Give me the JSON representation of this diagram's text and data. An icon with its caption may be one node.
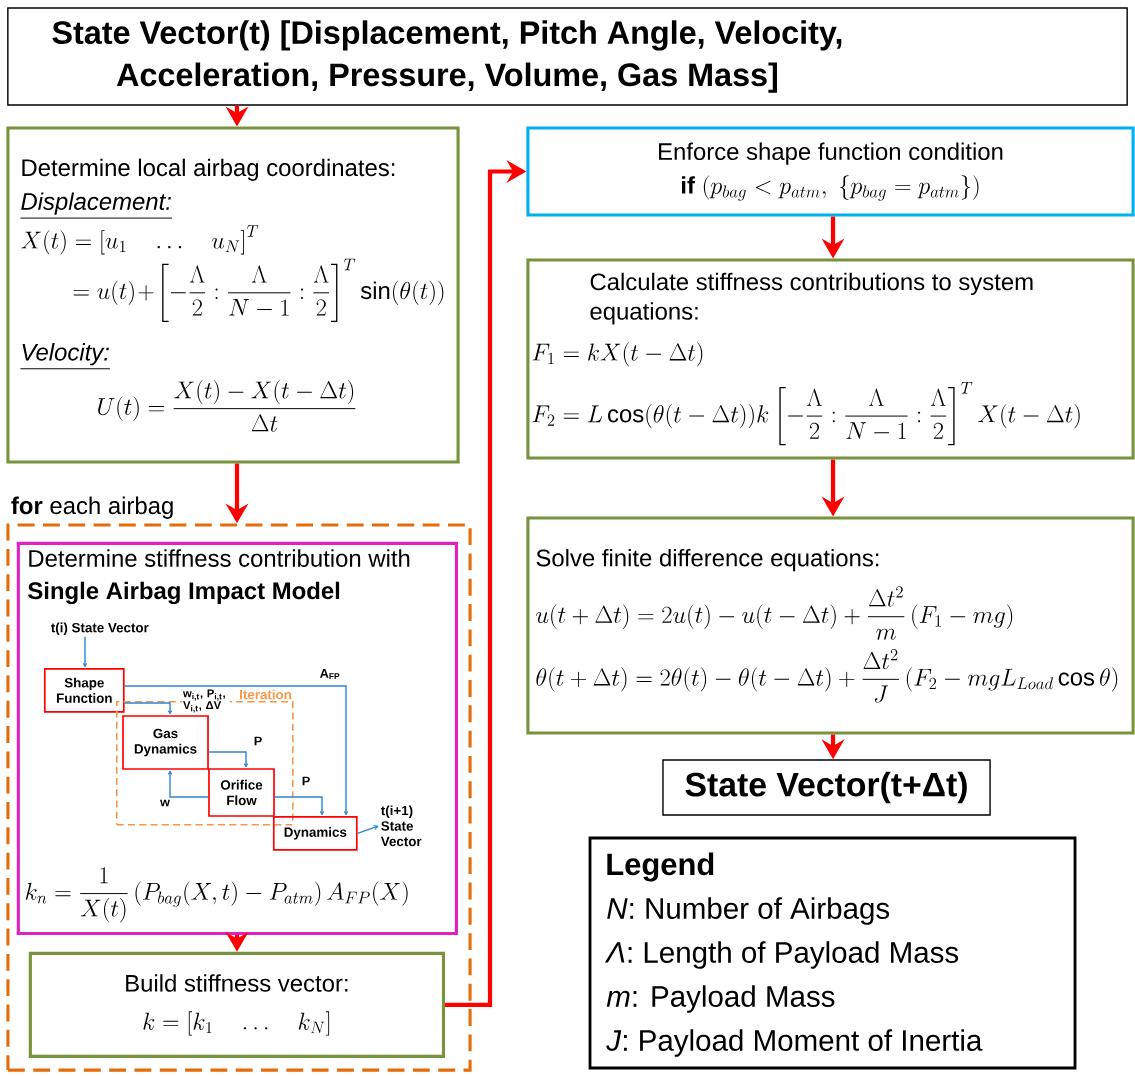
{
  "diagram": {
    "nodes": [
      {
        "text": [
          "State Vector(t) [Displacement, Pitch Angle, Velocity, Acceleration, Pressure, Volume, Gas Mass]"
        ]
      },
      {
        "text": [
          "Determine local airbag coordinates:",
          "Displacement:",
          "X(t)=\\left[u_1 \\quad \\dots \\quad u_N\\right]^T",
          "=u(t)+\\left[-\\frac{\\Lambda}{2}:\\frac{\\Lambda}{N-1}:\\frac{\\Lambda}{2}\\right]^T\\sin(\\theta(t))",
          "Velocity:",
          "U(t)=\\frac{X(t)-X(t-\\Delta t)}{\\Delta t}"
        ]
      },
      {
        "text": [
          "**for** each airbag"
        ]
      },
      {
        "text": [
          "Determine stiffness contribution with **Single Airbag Impact Model**",
          "k_n=\\frac{1}{X(t)}\\left(P_{bag}(X,t)-P_{atm}\\right)A_{FP}(X)"
        ],
        "in": 2
      },
      {
        "text": [
          "t(i) State Vector"
        ],
        "in": 3
      },
      {
        "text": [
          "Shape Function"
        ],
        "in": 3
      },
      {
        "text": [
          "Iteration"
        ],
        "in": 3
      },
      {
        "text": [
          "Gas Dynamics"
        ],
        "in": 6
      },
      {
        "text": [
          "Orifice Flow"
        ],
        "in": 6
      },
      {
        "text": [
          "Dynamics"
        ],
        "in": 3
      },
      {
        "text": [
          "t(i+1) State Vector"
        ],
        "in": 3
      },
      {
        "text": [
          "Build stiffness vector:",
          "k=\\left[k_1 \\quad \\dots \\quad k_N\\right]"
        ],
        "in": 2
      },
      {
        "text": [
          "Enforce shape function condition",
          "\\textbf{if}\\;(p_{bag}<p_{atm},\\ \\{p_{bag}=p_{atm}\\})"
        ]
      },
      {
        "text": [
          "Calculate stiffness contributions to system equations:",
          "F_1=kX(t-\\Delta t)",
          "F_2=L\\cos(\\theta(t-\\Delta t))k\\left[-\\frac{\\Lambda}{2}:\\frac{\\Lambda}{N-1}:\\frac{\\Lambda}{2}\\right]^T X(t-\\Delta t)"
        ]
      },
      {
        "text": [
          "Solve finite difference equations:",
          "u(t+\\Delta t)=2u(t)-u(t-\\Delta t)+\\frac{\\Delta t^2}{m}\\left(F_1-mg\\right)",
          "\\theta(t+\\Delta t)=2\\theta(t)-\\theta(t-\\Delta t)+\\frac{\\Delta t^2}{J}\\left(F_2-mgL_{Load}\\cos\\theta\\right)"
        ]
      },
      {
        "text": [
          "State Vector(t+Δt)"
        ]
      }
    ],
    "edges": [
      {
        "from": 0,
        "to": 1,
        "arrow": "to",
        "style": "thick",
        "color": "#ff0000"
      },
      {
        "from": 1,
        "to": 2,
        "arrow": "to",
        "style": "thick",
        "color": "#ff0000"
      },
      {
        "from": 3,
        "to": 11,
        "arrow": "to",
        "style": "thick",
        "color": "#ff0000"
      },
      {
        "from": 11,
        "to": 12,
        "arrow": "to",
        "style": "thick",
        "color": "#ff0000"
      },
      {
        "from": 12,
        "to": 13,
        "arrow": "to",
        "style": "thick",
        "color": "#ff0000"
      },
      {
        "from": 13,
        "to": 14,
        "arrow": "to",
        "style": "thick",
        "color": "#ff0000"
      },
      {
        "from": 14,
        "to": 15,
        "arrow": "to",
        "style": "thick",
        "color": "#ff0000"
      },
      {
        "from": 4,
        "to": 5,
        "arrow": "to",
        "color": "#2e86d0"
      },
      {
        "from": 5,
        "to": 9,
        "arrow": "to",
        "label": "A$_{FP}$",
        "color": "#2e86d0"
      },
      {
        "from": 5,
        "to": 7,
        "arrow": "to",
        "label": "w$_{i,t}$, P$_{i,t}$, V$_{i,t}$, ΔV",
        "color": "#2e86d0"
      },
      {
        "from": 7,
        "to": 8,
        "arrow": "to",
        "label": "P",
        "color": "#2e86d0"
      },
      {
        "from": 8,
        "to": 7,
        "arrow": "to",
        "label": "w",
        "color": "#2e86d0"
      },
      {
        "from": 8,
        "to": 9,
        "arrow": "to",
        "label": "P",
        "color": "#2e86d0"
      },
      {
        "from": 9,
        "to": 10,
        "arrow": "to",
        "color": "#2e86d0"
      }
    ],
    "labels": [
      "Legend"
    ],
    "legend": [
      {
        "text": "*N*: Number of Airbags"
      },
      {
        "text": "*Λ*: Length of Payload Mass"
      },
      {
        "text": "*m*: Payload Mass"
      },
      {
        "text": "*J*: Payload Moment of Inertia"
      }
    ]
  }
}
